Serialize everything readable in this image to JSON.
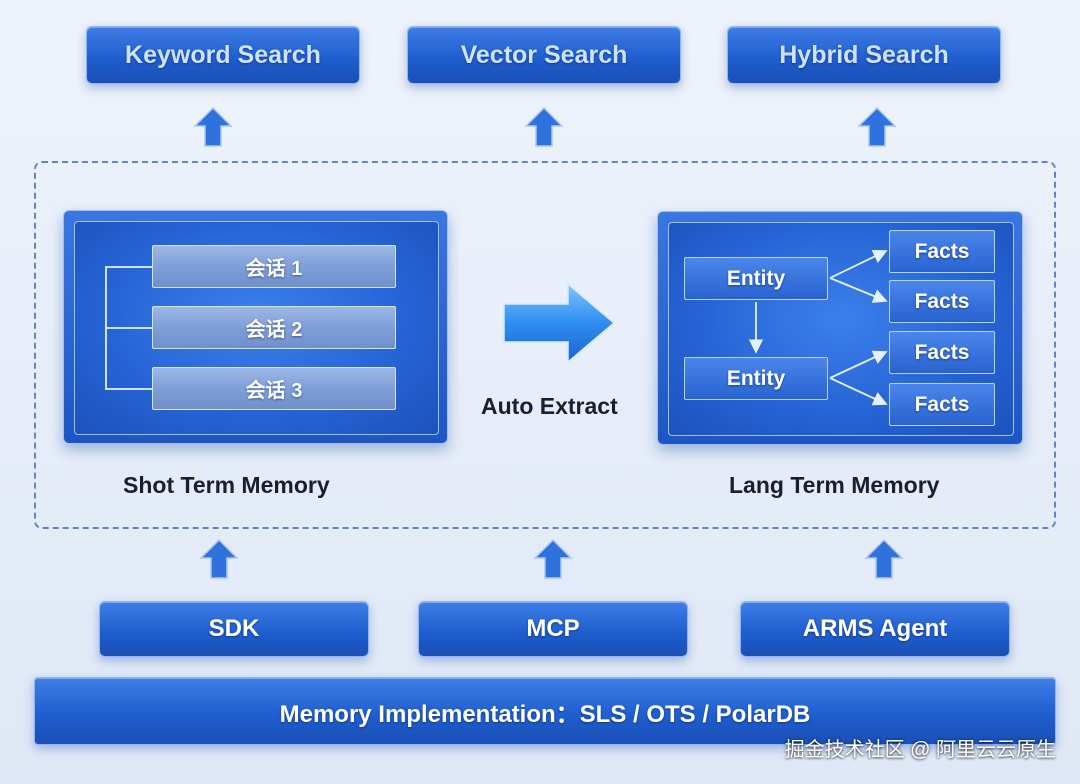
{
  "top_boxes": {
    "keyword_search": "Keyword Search",
    "vector_search": "Vector Search",
    "hybrid_search": "Hybrid Search"
  },
  "short_term_memory": {
    "sessions": [
      "会话 1",
      "会话 2",
      "会话 3"
    ],
    "caption": "Shot Term Memory"
  },
  "auto_extract": "Auto Extract",
  "long_term_memory": {
    "entities": [
      "Entity",
      "Entity"
    ],
    "facts": [
      "Facts",
      "Facts",
      "Facts",
      "Facts"
    ],
    "caption": "Lang Term Memory"
  },
  "bottom_boxes": {
    "sdk": "SDK",
    "mcp": "MCP",
    "arms_agent": "ARMS Agent"
  },
  "implementation": "Memory Implementation：SLS / OTS / PolarDB",
  "watermark": "掘金技术社区 @ 阿里云云原生",
  "colors": {
    "box_blue": "#1f5fcf",
    "arrow_blue": "#2f72de",
    "dashed_border": "#5f86c7",
    "background": "#eef3fb"
  }
}
